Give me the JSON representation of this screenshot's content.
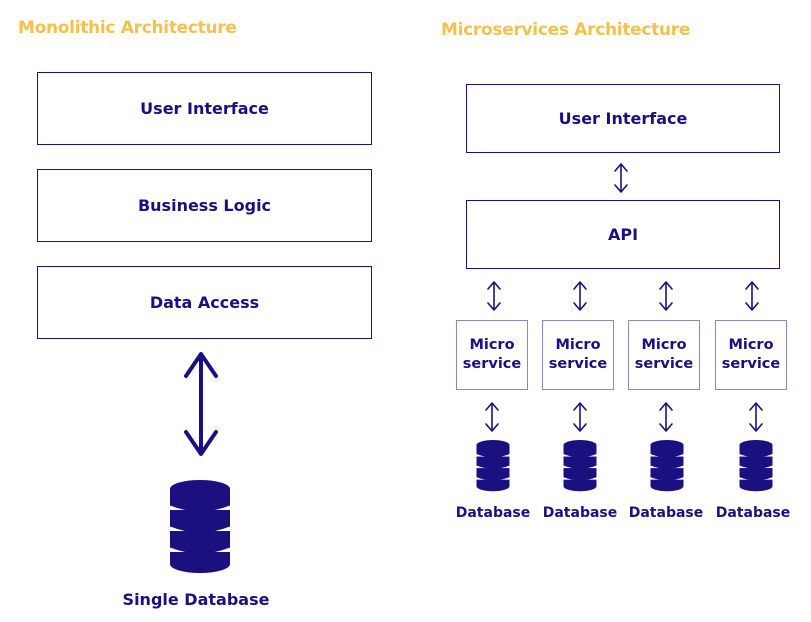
{
  "monolithic": {
    "title": "Monolithic Architecture",
    "layers": [
      "User Interface",
      "Business Logic",
      "Data Access"
    ],
    "database_label": "Single Database",
    "database_icon": "database-icon"
  },
  "microservices": {
    "title": "Microservices Architecture",
    "ui_label": "User Interface",
    "api_label": "API",
    "services": [
      {
        "line1": "Micro",
        "line2": "service",
        "db": "Database"
      },
      {
        "line1": "Micro",
        "line2": "service",
        "db": "Database"
      },
      {
        "line1": "Micro",
        "line2": "service",
        "db": "Database"
      },
      {
        "line1": "Micro",
        "line2": "service",
        "db": "Database"
      }
    ]
  },
  "colors": {
    "primary": "#1a1080",
    "title": "#f2c14e",
    "service_border": "#8a86c8"
  }
}
